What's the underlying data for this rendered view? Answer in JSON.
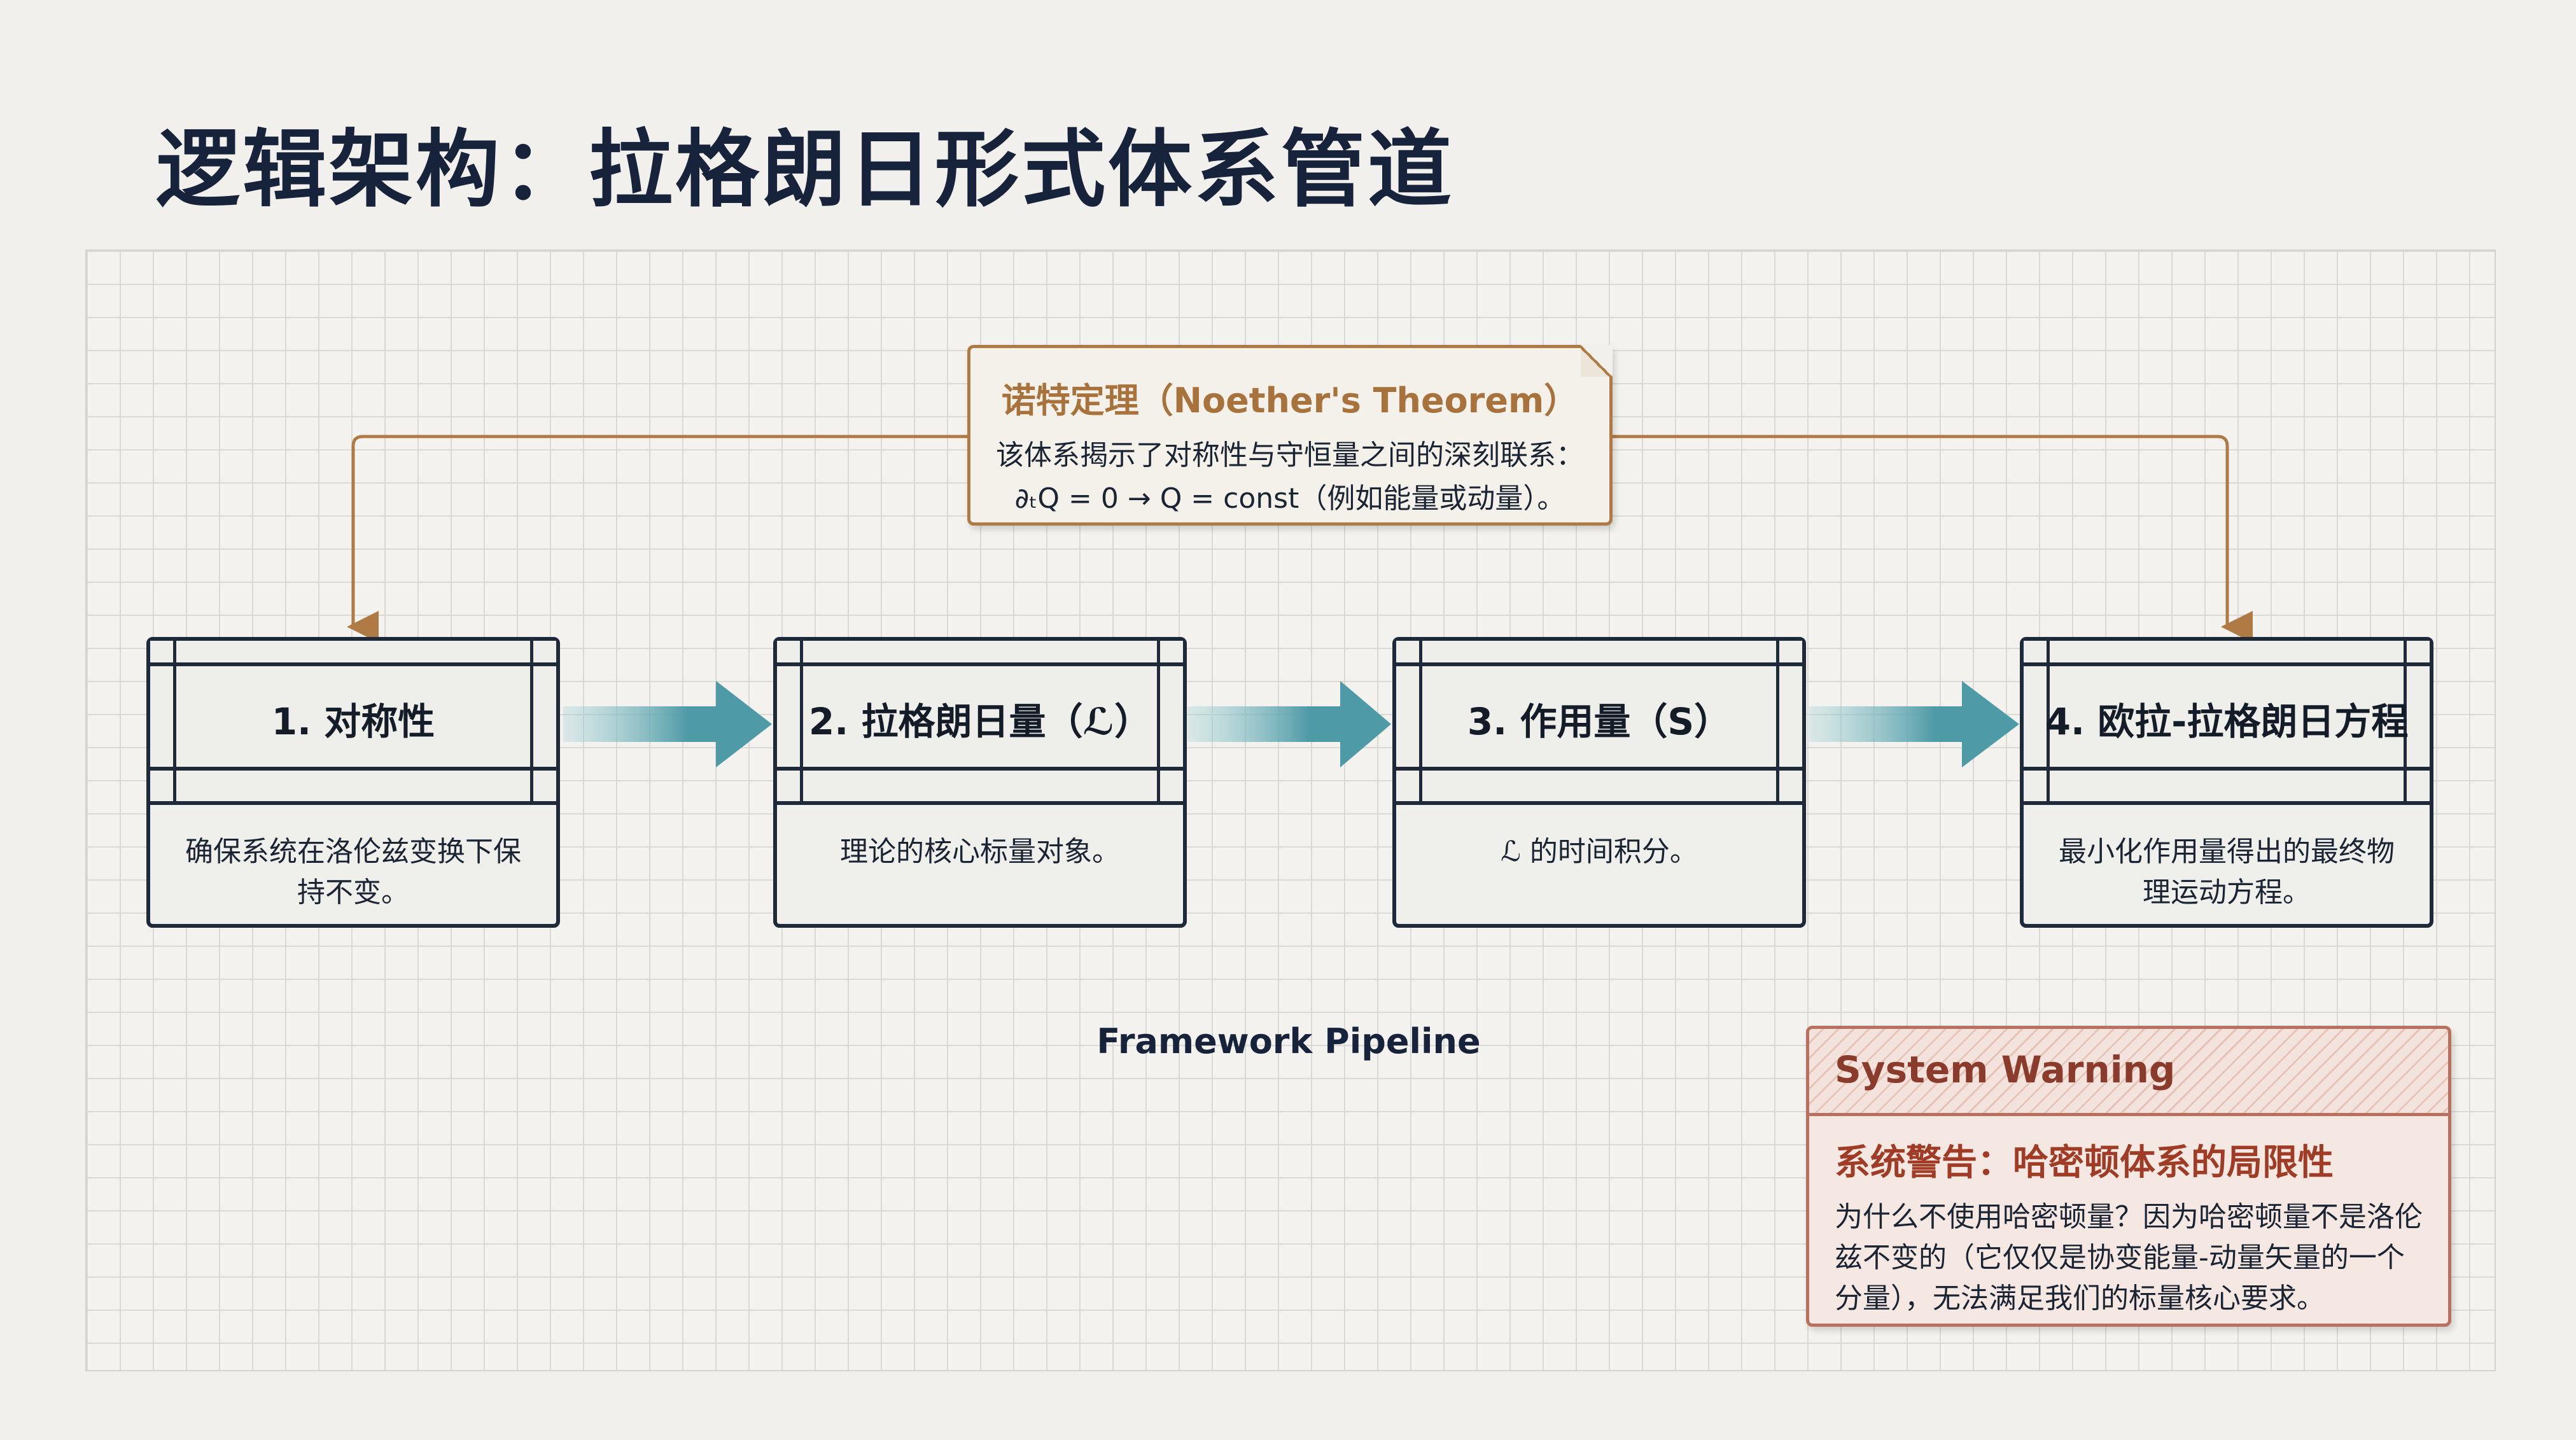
{
  "title": "逻辑架构：拉格朗日形式体系管道",
  "noether": {
    "title": "诺特定理（Noether's Theorem）",
    "line1": "该体系揭示了对称性与守恒量之间的深刻联系：",
    "line2": "∂ₜQ = 0 → Q = const（例如能量或动量）。"
  },
  "steps": [
    {
      "title": "1. 对称性",
      "desc": "确保系统在洛伦兹变换下保持不变。"
    },
    {
      "title": "2. 拉格朗日量（ℒ）",
      "desc": "理论的核心标量对象。"
    },
    {
      "title": "3. 作用量（S）",
      "desc": "ℒ 的时间积分。"
    },
    {
      "title": "4. 欧拉-拉格朗日方程",
      "desc": "最小化作用量得出的最终物理运动方程。"
    }
  ],
  "pipeline_label": "Framework Pipeline",
  "warning": {
    "header": "System Warning",
    "title": "系统警告：哈密顿体系的局限性",
    "body": "为什么不使用哈密顿量？因为哈密顿量不是洛伦兹不变的（它仅仅是协变能量-动量矢量的一个分量），无法满足我们的标量核心要求。"
  },
  "colors": {
    "accent": "#b07a45",
    "arrow": "#4e9aa6",
    "warning": "#a03c26",
    "ink": "#1e2a3a"
  }
}
